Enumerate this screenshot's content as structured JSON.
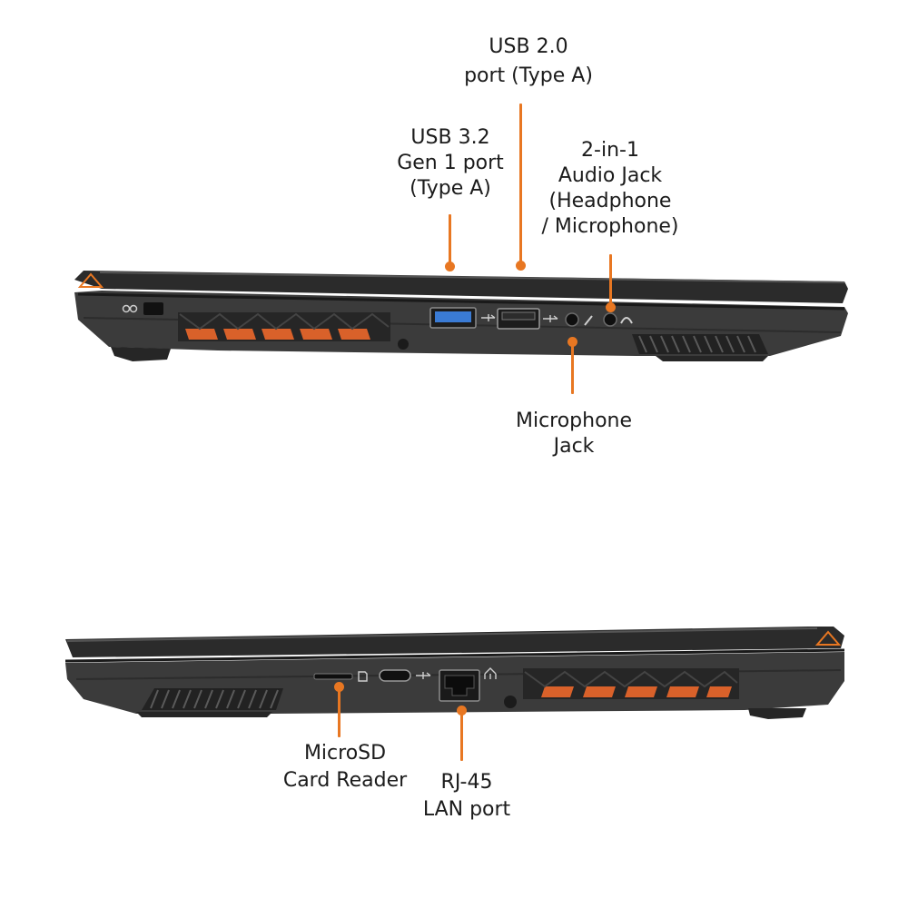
{
  "accent_color": "#e87722",
  "body_color": "#3a3a3a",
  "vent_highlight_color": "#d9612a",
  "top_view": {
    "callouts": {
      "usb20": {
        "lines": [
          "USB 2.0",
          "port (Type A)"
        ]
      },
      "usb32": {
        "lines": [
          "USB 3.2",
          "Gen 1 port",
          "(Type A)"
        ]
      },
      "audio": {
        "lines": [
          "2-in-1",
          "Audio Jack",
          "(Headphone",
          "/ Microphone)"
        ]
      },
      "mic": {
        "lines": [
          "Microphone",
          "Jack"
        ]
      }
    },
    "icons": [
      "lock-icon",
      "usb-icon",
      "usb-icon",
      "microphone-icon",
      "headphone-icon",
      "logo-triangle-icon"
    ]
  },
  "bottom_view": {
    "callouts": {
      "microsd": {
        "lines": [
          "MicroSD",
          "Card Reader"
        ]
      },
      "rj45": {
        "lines": [
          "RJ-45",
          "LAN port"
        ]
      }
    },
    "icons": [
      "sd-card-icon",
      "usb-icon",
      "network-icon",
      "logo-triangle-icon"
    ]
  }
}
